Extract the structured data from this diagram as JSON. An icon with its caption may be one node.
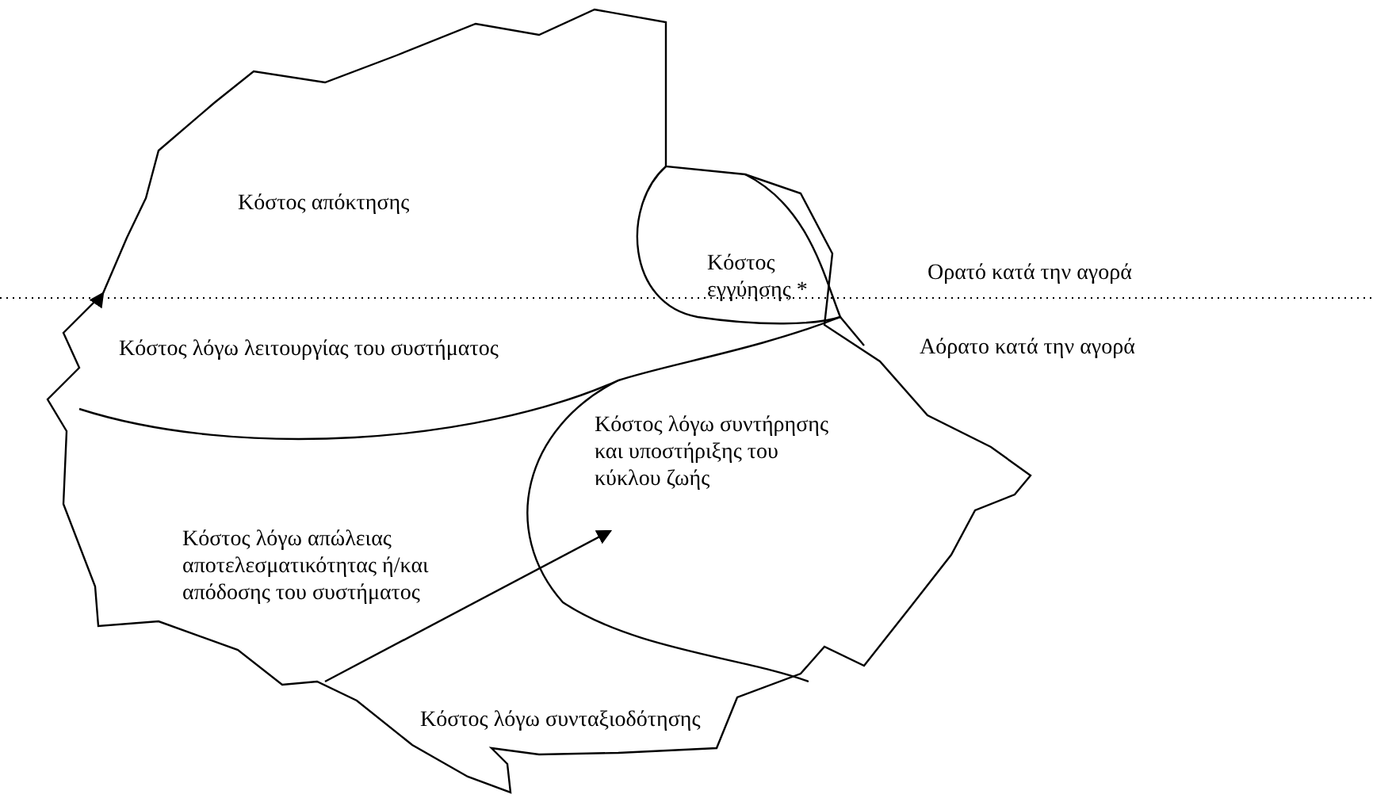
{
  "diagram": {
    "nodes": [
      {
        "text": [
          "Κόστος απόκτησης"
        ]
      },
      {
        "text": [
          "Κόστος εγγύησης *"
        ]
      },
      {
        "text": [
          "Κόστος λόγω λειτουργίας του συστήματος"
        ]
      },
      {
        "text": [
          "Κόστος λόγω συντήρησης και υποστήριξης του κύκλου ζωής"
        ]
      },
      {
        "text": [
          "Κόστος λόγω απώλειας αποτελεσματικότητας ή/και απόδοσης του συστήματος"
        ]
      },
      {
        "text": [
          "Κόστος λόγω συνταξιοδότησης"
        ]
      }
    ],
    "labels": [
      "Ορατό κατά την αγορά",
      "Αόρατο κατά την αγορά"
    ]
  }
}
